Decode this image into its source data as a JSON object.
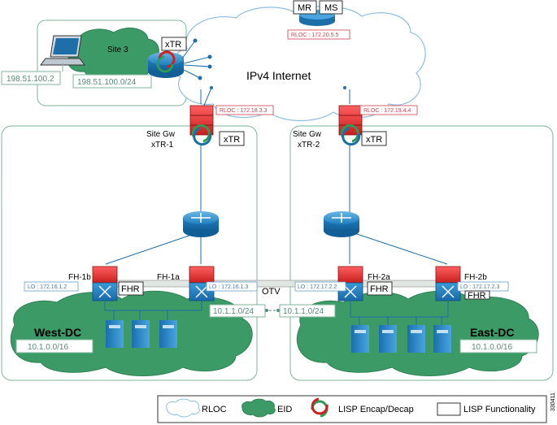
{
  "internet": {
    "label": "IPv4 Internet"
  },
  "map_resolver": {
    "mr": "MR",
    "ms": "MS",
    "rloc": "RLOC : 172.20.5.5"
  },
  "site3": {
    "label": "Site 3",
    "xtr": "xTR",
    "host_ip": "198.51.100.2",
    "subnet": "198.51.100.0/24"
  },
  "site_gw1": {
    "line1": "Site Gw",
    "line2": "xTR-1",
    "xtr": "xTR",
    "rloc": "RLOC : 172.18.3.3"
  },
  "site_gw2": {
    "line1": "Site Gw",
    "line2": "xTR-2",
    "xtr": "xTR",
    "rloc": "RLOC : 172.19.4.4"
  },
  "west": {
    "fh1b": "FH-1b",
    "fh1a": "FH-1a",
    "lo1b": "LO : 172.16.1.2",
    "lo1a": "LO : 172.16.1.3",
    "fhr": "FHR",
    "host_ip": "10.1.1.0/24",
    "dc": "West-DC",
    "dc_subnet": "10.1.0.0/16"
  },
  "east": {
    "fh2a": "FH-2a",
    "fh2b": "FH-2b",
    "lo2a": "LO : 172.17.2.2",
    "lo2b": "LO : 172.17.2.3",
    "fhr": "FHR",
    "fhr_partial": "FHR",
    "host_ip": "10.1.1.0/24",
    "dc": "East-DC",
    "dc_subnet": "10.1.0.0/16"
  },
  "otv": {
    "label": "OTV"
  },
  "legend": {
    "rloc": "RLOC",
    "eid": "EID",
    "encap": "LISP Encap/Decap",
    "func": "LISP Functionality"
  },
  "figure_id": "330411"
}
